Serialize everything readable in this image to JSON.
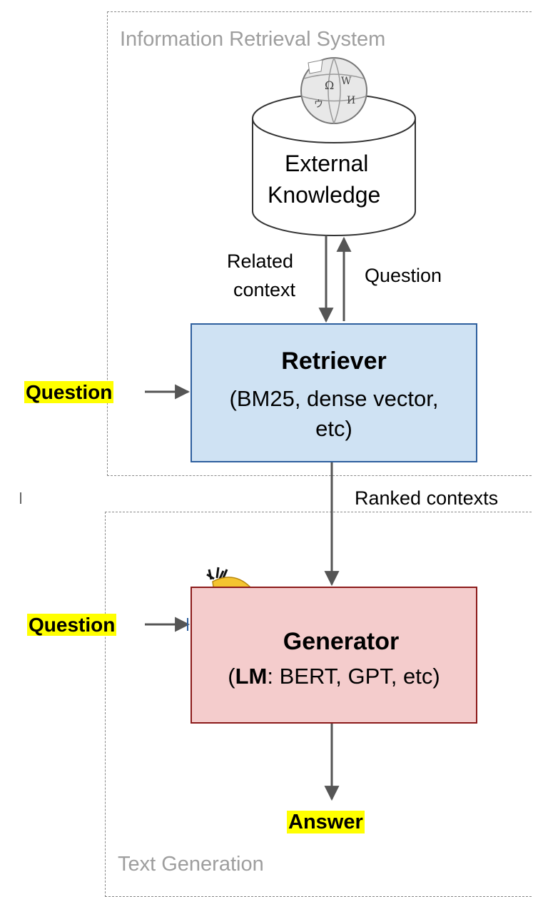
{
  "groups": {
    "ir_title": "Information Retrieval System",
    "tg_title": "Text Generation"
  },
  "knowledge": {
    "line1": "External",
    "line2": "Knowledge"
  },
  "arrows": {
    "related_context_line1": "Related",
    "related_context_line2": "context",
    "question_up": "Question",
    "ranked_contexts": "Ranked contexts"
  },
  "retriever": {
    "title": "Retriever",
    "sub_line1": "(BM25, dense vector,",
    "sub_line2": "etc)",
    "input_label": "Question"
  },
  "generator": {
    "title": "Generator",
    "sub_bold": "LM",
    "sub_open": "(",
    "sub_rest": ": BERT, GPT, etc)",
    "input_label": "Question"
  },
  "output": {
    "label": "Answer"
  },
  "icons": [
    "wikipedia-globe-icon",
    "bert-muppet-icon",
    "openai-logo-icon"
  ],
  "colors": {
    "retriever_fill": "#cfe2f3",
    "retriever_border": "#2e5f9e",
    "generator_fill": "#f4cccc",
    "generator_border": "#8b1a1a",
    "highlight": "#ffff00",
    "arrow": "#555555",
    "group_title": "#9e9e9e"
  }
}
